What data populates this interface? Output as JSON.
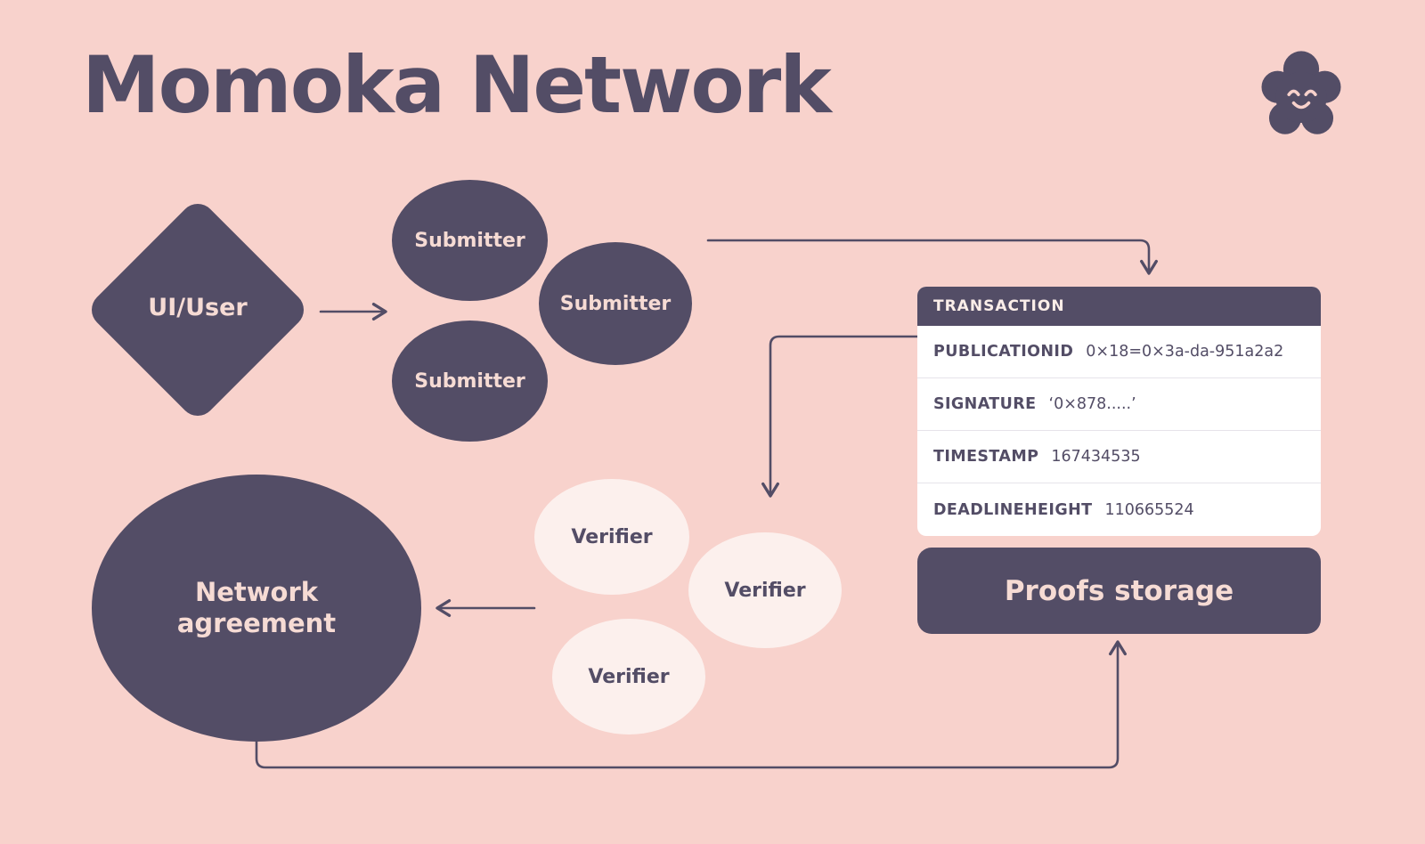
{
  "title": "Momoka Network",
  "logo": "flower-smiley-icon",
  "nodes": {
    "ui_user": "UI/User",
    "submitters": [
      "Submitter",
      "Submitter",
      "Submitter"
    ],
    "verifiers": [
      "Verifier",
      "Verifier",
      "Verifier"
    ],
    "network_agreement": "Network agreement",
    "proofs_storage": "Proofs storage"
  },
  "transaction": {
    "header": "TRANSACTION",
    "rows": [
      {
        "label": "PUBLICATIONID",
        "value": "0×18=0×3a-da-951a2a2"
      },
      {
        "label": "SIGNATURE",
        "value": "‘0×878.....’"
      },
      {
        "label": "TIMESTAMP",
        "value": "167434535"
      },
      {
        "label": "DEADLINEHEIGHT",
        "value": "110665524"
      }
    ]
  },
  "colors": {
    "bg": "#f8d2cc",
    "dark": "#534d66",
    "light-node": "#fcf0ed",
    "card-bg": "#ffffff",
    "divider": "#e6e3ea",
    "on-dark": "#f6dbd4"
  }
}
